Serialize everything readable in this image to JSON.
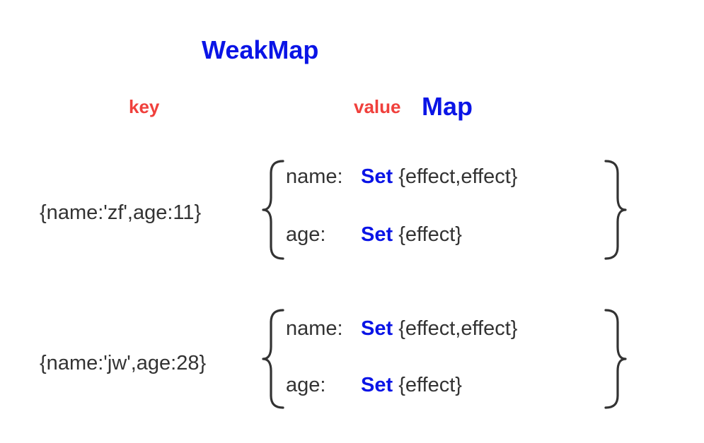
{
  "title": "WeakMap",
  "headers": {
    "key": "key",
    "value": "value",
    "value_type": "Map"
  },
  "entries": [
    {
      "key": "{name:'zf',age:11}",
      "rows": [
        {
          "prop": "name:",
          "set": "Set",
          "effects": "{effect,effect}"
        },
        {
          "prop": "age:",
          "set": "Set",
          "effects": "{effect}"
        }
      ]
    },
    {
      "key": "{name:'jw',age:28}",
      "rows": [
        {
          "prop": "name:",
          "set": "Set",
          "effects": "{effect,effect}"
        },
        {
          "prop": "age:",
          "set": "Set",
          "effects": "{effect}"
        }
      ]
    }
  ]
}
